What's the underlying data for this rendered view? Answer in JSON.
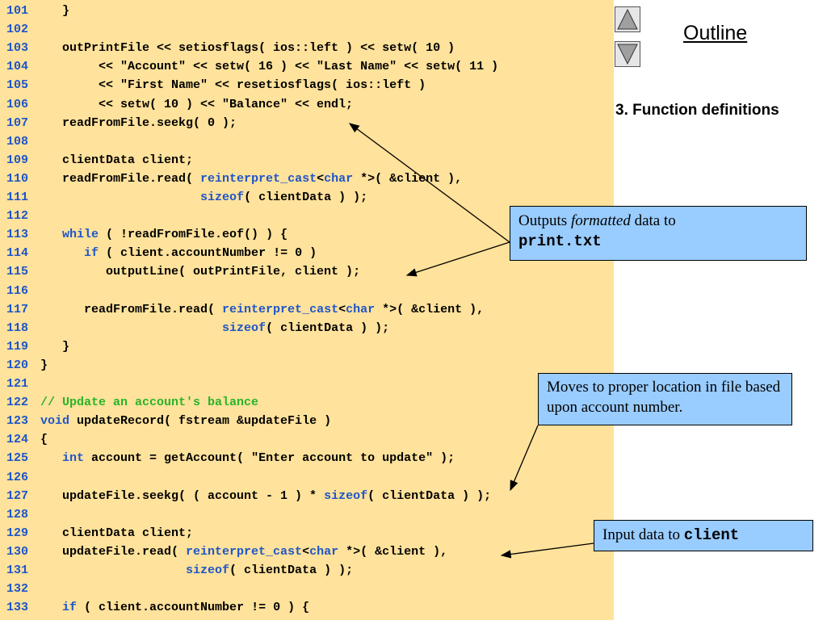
{
  "nav": {
    "up_icon": "triangle-up-icon",
    "down_icon": "triangle-down-icon"
  },
  "outline_label": "Outline",
  "section_title": "3. Function definitions",
  "code_lines": [
    {
      "num": "101",
      "parts": [
        {
          "t": "   }"
        }
      ]
    },
    {
      "num": "102",
      "parts": []
    },
    {
      "num": "103",
      "parts": [
        {
          "t": "   outPrintFile << setiosflags( ios::left ) << setw( 10 )"
        }
      ]
    },
    {
      "num": "104",
      "parts": [
        {
          "t": "        << \"Account\" << setw( 16 ) << \"Last Name\" << setw( 11 )"
        }
      ]
    },
    {
      "num": "105",
      "parts": [
        {
          "t": "        << \"First Name\" << resetiosflags( ios::left )"
        }
      ]
    },
    {
      "num": "106",
      "parts": [
        {
          "t": "        << setw( 10 ) << \"Balance\" << endl;"
        }
      ]
    },
    {
      "num": "107",
      "parts": [
        {
          "t": "   readFromFile.seekg( 0 );"
        }
      ]
    },
    {
      "num": "108",
      "parts": []
    },
    {
      "num": "109",
      "parts": [
        {
          "t": "   clientData client;"
        }
      ]
    },
    {
      "num": "110",
      "parts": [
        {
          "t": "   readFromFile.read( "
        },
        {
          "t": "reinterpret_cast",
          "k": "kw"
        },
        {
          "t": "<"
        },
        {
          "t": "char",
          "k": "kw"
        },
        {
          "t": " *>( &client ),"
        }
      ]
    },
    {
      "num": "111",
      "parts": [
        {
          "t": "                      "
        },
        {
          "t": "sizeof",
          "k": "kw"
        },
        {
          "t": "( clientData ) );"
        }
      ]
    },
    {
      "num": "112",
      "parts": []
    },
    {
      "num": "113",
      "parts": [
        {
          "t": "   "
        },
        {
          "t": "while",
          "k": "kw"
        },
        {
          "t": " ( !readFromFile.eof() ) {"
        }
      ]
    },
    {
      "num": "114",
      "parts": [
        {
          "t": "      "
        },
        {
          "t": "if",
          "k": "kw"
        },
        {
          "t": " ( client.accountNumber != 0 )"
        }
      ]
    },
    {
      "num": "115",
      "parts": [
        {
          "t": "         outputLine( outPrintFile, client );"
        }
      ]
    },
    {
      "num": "116",
      "parts": []
    },
    {
      "num": "117",
      "parts": [
        {
          "t": "      readFromFile.read( "
        },
        {
          "t": "reinterpret_cast",
          "k": "kw"
        },
        {
          "t": "<"
        },
        {
          "t": "char",
          "k": "kw"
        },
        {
          "t": " *>( &client ),"
        }
      ]
    },
    {
      "num": "118",
      "parts": [
        {
          "t": "                         "
        },
        {
          "t": "sizeof",
          "k": "kw"
        },
        {
          "t": "( clientData ) );"
        }
      ]
    },
    {
      "num": "119",
      "parts": [
        {
          "t": "   }"
        }
      ]
    },
    {
      "num": "120",
      "parts": [
        {
          "t": "}"
        }
      ]
    },
    {
      "num": "121",
      "parts": []
    },
    {
      "num": "122",
      "parts": [
        {
          "t": "// Update an account's balance",
          "k": "cm"
        }
      ]
    },
    {
      "num": "123",
      "parts": [
        {
          "t": "void",
          "k": "kw"
        },
        {
          "t": " updateRecord( fstream &updateFile )"
        }
      ]
    },
    {
      "num": "124",
      "parts": [
        {
          "t": "{"
        }
      ]
    },
    {
      "num": "125",
      "parts": [
        {
          "t": "   "
        },
        {
          "t": "int",
          "k": "kw"
        },
        {
          "t": " account = getAccount( \"Enter account to update\" );"
        }
      ]
    },
    {
      "num": "126",
      "parts": []
    },
    {
      "num": "127",
      "parts": [
        {
          "t": "   updateFile.seekg( ( account - 1 ) * "
        },
        {
          "t": "sizeof",
          "k": "kw"
        },
        {
          "t": "( clientData ) );"
        }
      ]
    },
    {
      "num": "128",
      "parts": []
    },
    {
      "num": "129",
      "parts": [
        {
          "t": "   clientData client;"
        }
      ]
    },
    {
      "num": "130",
      "parts": [
        {
          "t": "   updateFile.read( "
        },
        {
          "t": "reinterpret_cast",
          "k": "kw"
        },
        {
          "t": "<"
        },
        {
          "t": "char",
          "k": "kw"
        },
        {
          "t": " *>( &client ),"
        }
      ]
    },
    {
      "num": "131",
      "parts": [
        {
          "t": "                    "
        },
        {
          "t": "sizeof",
          "k": "kw"
        },
        {
          "t": "( clientData ) );"
        }
      ]
    },
    {
      "num": "132",
      "parts": []
    },
    {
      "num": "133",
      "parts": [
        {
          "t": "   "
        },
        {
          "t": "if",
          "k": "kw"
        },
        {
          "t": " ( client.accountNumber != 0 ) {"
        }
      ]
    }
  ],
  "callouts": {
    "formatted": {
      "pre": "Outputs ",
      "em": "formatted",
      "post": " data to",
      "mono": "print.txt"
    },
    "moves": "Moves to proper location in file based upon account number.",
    "input": {
      "pre": "Input data to ",
      "mono": "client"
    }
  },
  "colors": {
    "code_background": "#ffe29b",
    "line_number": "#1e55c8",
    "keyword": "#1e55c8",
    "comment": "#28b428",
    "callout_background": "#99ccff"
  }
}
